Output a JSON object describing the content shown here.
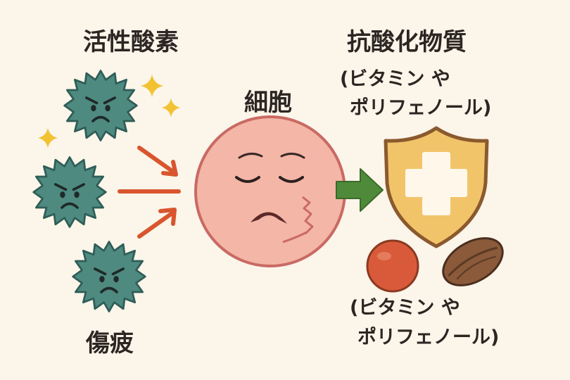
{
  "labels": {
    "ros": "活性酸素",
    "damage": "傷疲",
    "cell": "細胞",
    "antioxidant": "抗酸化物質"
  },
  "antioxidant_examples_top": {
    "line1": "(ビタミン や",
    "line2": "ポリフェノール)"
  },
  "antioxidant_examples_bottom": {
    "line1": "(ビタミン や",
    "line2": "ポリフェノール)"
  },
  "colors": {
    "background": "#fbf5ea",
    "virus": "#4e8a80",
    "virus_outline": "#2f5d57",
    "arrow_red": "#d9552e",
    "arrow_green": "#4f8a3a",
    "cell_fill": "#f4b6a6",
    "cell_outline": "#c96a64",
    "shield_fill": "#f2c46a",
    "shield_outline": "#8a5a2e",
    "cross": "#fff8ea",
    "berry": "#d95a3a",
    "nut": "#8a5a3a",
    "sparkle": "#f2c233"
  },
  "icons": {
    "virus": "virus-icon",
    "sparkle": "sparkle-icon",
    "shield": "shield-icon",
    "berry": "berry-icon",
    "nut": "nut-icon"
  }
}
